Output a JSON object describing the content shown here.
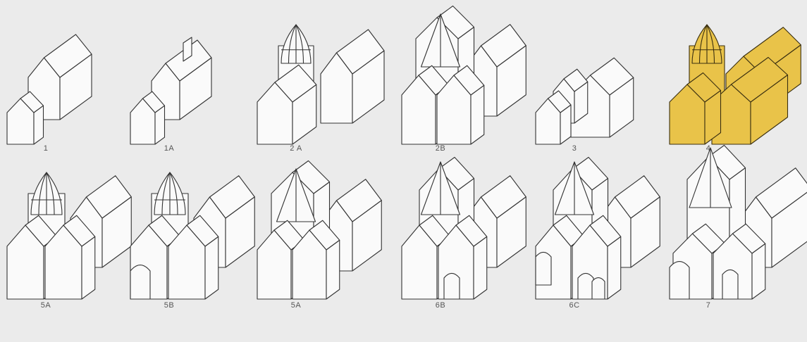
{
  "highlight_color": "#e9c349",
  "rows": [
    {
      "items": [
        {
          "label": "1",
          "kind": "hall",
          "highlighted": false
        },
        {
          "label": "1A",
          "kind": "hall-tower",
          "highlighted": false
        },
        {
          "label": "2 A",
          "kind": "dome-hall",
          "highlighted": false
        },
        {
          "label": "2B",
          "kind": "spire-cross",
          "highlighted": false
        },
        {
          "label": "3",
          "kind": "double-hall",
          "highlighted": false
        },
        {
          "label": "4",
          "kind": "dome-hall-long",
          "highlighted": true
        }
      ]
    },
    {
      "items": [
        {
          "label": "5A",
          "kind": "dome-cross",
          "highlighted": false
        },
        {
          "label": "5B",
          "kind": "dome-cross-apse",
          "highlighted": false
        },
        {
          "label": "5A",
          "kind": "spire-cross",
          "highlighted": false
        },
        {
          "label": "6B",
          "kind": "spire-cross-porch",
          "highlighted": false
        },
        {
          "label": "6C",
          "kind": "spire-cross-complex",
          "highlighted": false
        },
        {
          "label": "7",
          "kind": "spire-cathedral",
          "highlighted": false
        }
      ]
    }
  ]
}
